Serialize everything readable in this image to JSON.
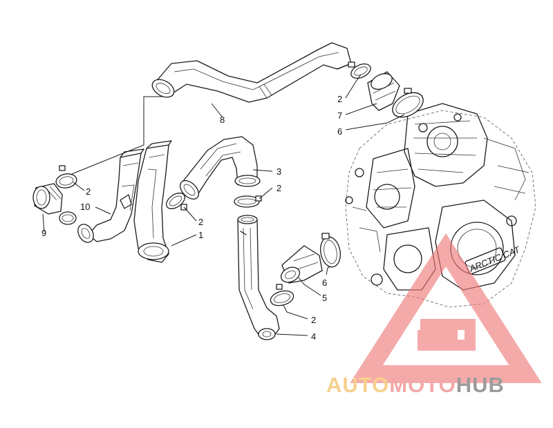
{
  "callouts": {
    "c2_top": "2",
    "c7": "7",
    "c6_top": "6",
    "c8": "8",
    "c3": "3",
    "c2_mid": "2",
    "c2_left": "2",
    "c10": "10",
    "c9": "9",
    "c2_bracket": "2",
    "c1": "1",
    "c6_mid": "6",
    "c5": "5",
    "c2_low": "2",
    "c4": "4"
  },
  "engine_badge": "ARCTIC CAT",
  "watermark": {
    "part1": "AUTO",
    "part2": "MOTO",
    "part3": "HUB",
    "colors": {
      "part1": "#f6c87a",
      "part2": "#f29a9a",
      "part3": "#8a8a8a",
      "triangle": "#f07a7a"
    }
  }
}
